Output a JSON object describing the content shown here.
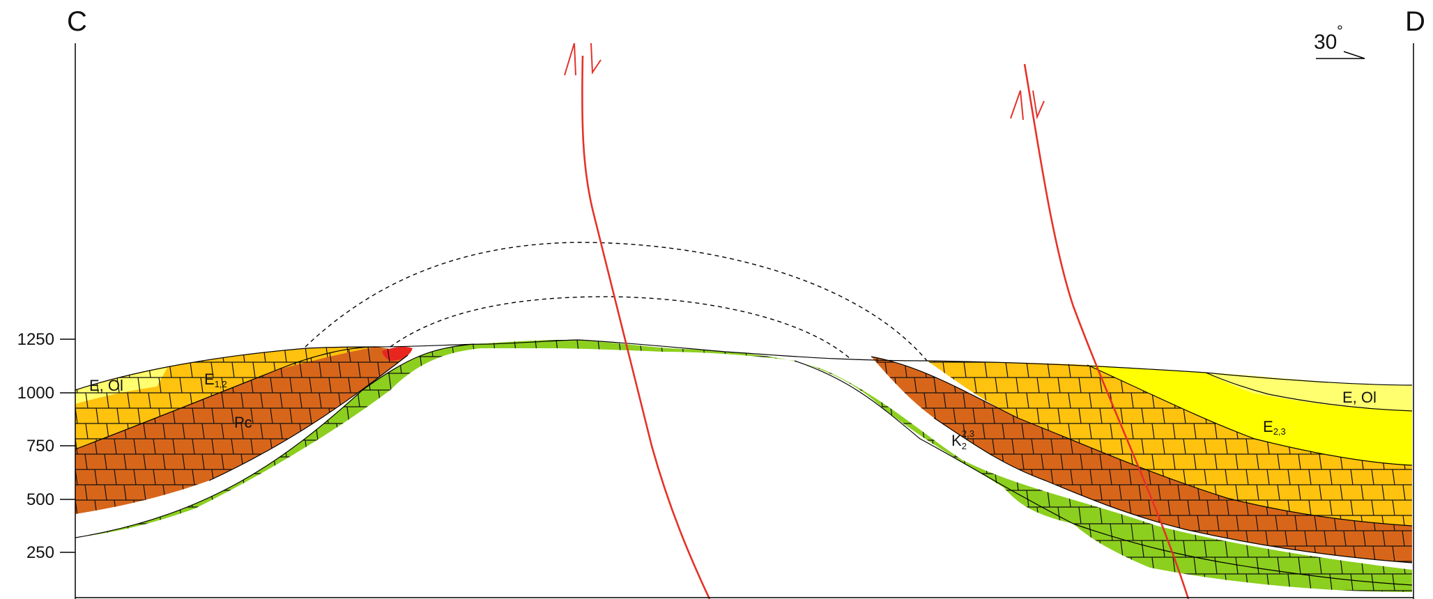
{
  "section": {
    "start_label": "C",
    "end_label": "D",
    "dip": {
      "value": "30",
      "unit": "°"
    }
  },
  "axis": {
    "ticks": [
      "1250",
      "1000",
      "750",
      "500",
      "250"
    ]
  },
  "units": {
    "eol_left": "E, Ol",
    "e12": {
      "main": "E",
      "sub": "1,2"
    },
    "pc": "Pc",
    "k2": {
      "main": "K",
      "sub": "2",
      "sup": "2,3"
    },
    "e23": {
      "main": "E",
      "sub": "2,3"
    },
    "eol_right": "E, Ol"
  },
  "colors": {
    "green": "#8ccf1e",
    "brown": "#d8661a",
    "orange": "#ffc20e",
    "yellow": "#ffff00",
    "pale_yellow": "#ffff70",
    "red_lens": "#e8261f",
    "fault": "#e53228"
  }
}
